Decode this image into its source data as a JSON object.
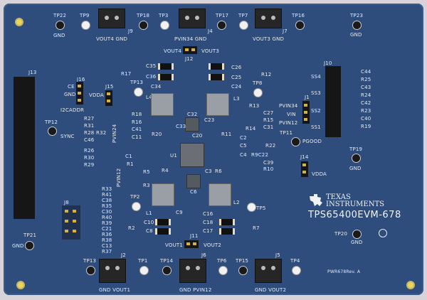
{
  "board": {
    "title": "TPS65400EVM-678",
    "revision": "PWR678Rev. A",
    "brand_line1": "Texas",
    "brand_line2": "Instruments",
    "labels": {
      "tp22": "TP22",
      "gnd_tp22": "GND",
      "tp9": "TP9",
      "j9": "J9",
      "j9_pins": "VOUT4  GND",
      "tp18": "TP18",
      "tp3": "TP3",
      "j4": "J4",
      "j4_pins": "PVIN34  GND",
      "tp17": "TP17",
      "tp7": "TP7",
      "j7": "J7",
      "j7_pins": "VOUT3  GND",
      "tp16": "TP16",
      "tp23": "TP23",
      "gnd_tp23": "GND",
      "j12": "J12",
      "vout4": "VOUT4",
      "vout3": "VOUT3",
      "j13": "J13",
      "j16": "J16",
      "ce": "CE",
      "gnd16": "GND",
      "j15": "J15",
      "vdda15": "VDDA",
      "i2caddr": "I2CADDR",
      "r17": "R17",
      "tp13": "TP13",
      "c35": "C35",
      "c36": "C36",
      "c34": "C34",
      "l4": "L4",
      "c26": "C26",
      "c25": "C25",
      "c24": "C24",
      "r12": "R12",
      "tp8": "TP8",
      "l3": "L3",
      "j10": "J10",
      "ss4": "SS4",
      "ss3": "SS3",
      "ss2": "SS2",
      "ss1": "SS1",
      "c44": "C44",
      "r25": "R25",
      "c43": "C43",
      "r24": "R24",
      "c42": "C42",
      "r23": "R23",
      "c40": "C40",
      "r19": "R19",
      "j1": "J1",
      "pvin34": "PVIN34",
      "vin": "VIN",
      "pvin12": "PVIN12",
      "tp11": "TP11",
      "pgood": "PGOOD",
      "tp19": "TP19",
      "gnd19": "GND",
      "j14": "J14",
      "vdda14": "VDDA",
      "u1": "U1",
      "c32": "C32",
      "c23": "C23",
      "c20": "C20",
      "c33": "C33",
      "c3": "C3",
      "c6": "C6",
      "r4": "R4",
      "r5": "R5",
      "r6": "R6",
      "r3": "R3",
      "r13": "R13",
      "c27": "C27",
      "r15": "R15",
      "c31": "C31",
      "r14": "R14",
      "r11": "R11",
      "c2": "C2",
      "c5": "C5",
      "c4": "C4",
      "r22": "R22",
      "r9c22": "R9C22",
      "c39": "C39",
      "r10": "R10",
      "r18": "R18",
      "c41": "C41",
      "c11": "C11",
      "r16": "R16",
      "r20": "R20",
      "tp12": "TP12",
      "sync": "SYNC",
      "r27": "R27",
      "r31": "R31",
      "r28": "R28",
      "c46": "C46",
      "r26": "R26",
      "r30": "R30",
      "r32": "R32",
      "r29": "R29",
      "pvin24": "PVIN24",
      "pvin12b": "PVIN12",
      "r1": "R1",
      "c1": "C1",
      "j8": "J8",
      "r33": "R33",
      "r41": "R41",
      "c38": "C38",
      "r35": "R35",
      "c30": "C30",
      "r40": "R40",
      "r39": "R39",
      "c21": "C21",
      "r36": "R36",
      "r38": "R38",
      "c13": "C13",
      "r37": "R37",
      "tp2": "TP2",
      "l1": "L1",
      "c9": "C9",
      "r2": "R2",
      "c10": "C10",
      "c8": "C8",
      "l2": "L2",
      "tp5": "TP5",
      "c16": "C16",
      "c18": "C18",
      "c17": "C17",
      "r7": "R7",
      "j11": "J11",
      "vout1": "VOUT1",
      "vout2": "VOUT2",
      "tp21": "TP21",
      "gnd21": "GND",
      "tp20": "TP20",
      "gnd20": "GND",
      "tp13b": "TP13",
      "j2": "J2",
      "j2_pins": "GND  VOUT1",
      "tp1": "TP1",
      "tp14": "TP14",
      "j6": "J6",
      "j6_pins": "GND  PVIN12",
      "tp6": "TP6",
      "tp15": "TP15",
      "j5": "J5",
      "j5_pins": "GND VOUT2",
      "tp4": "TP4"
    },
    "colors": {
      "pcb": "#2e4d7c",
      "silkscreen": "#e6ebf3",
      "pad": "#d6b23a"
    }
  }
}
